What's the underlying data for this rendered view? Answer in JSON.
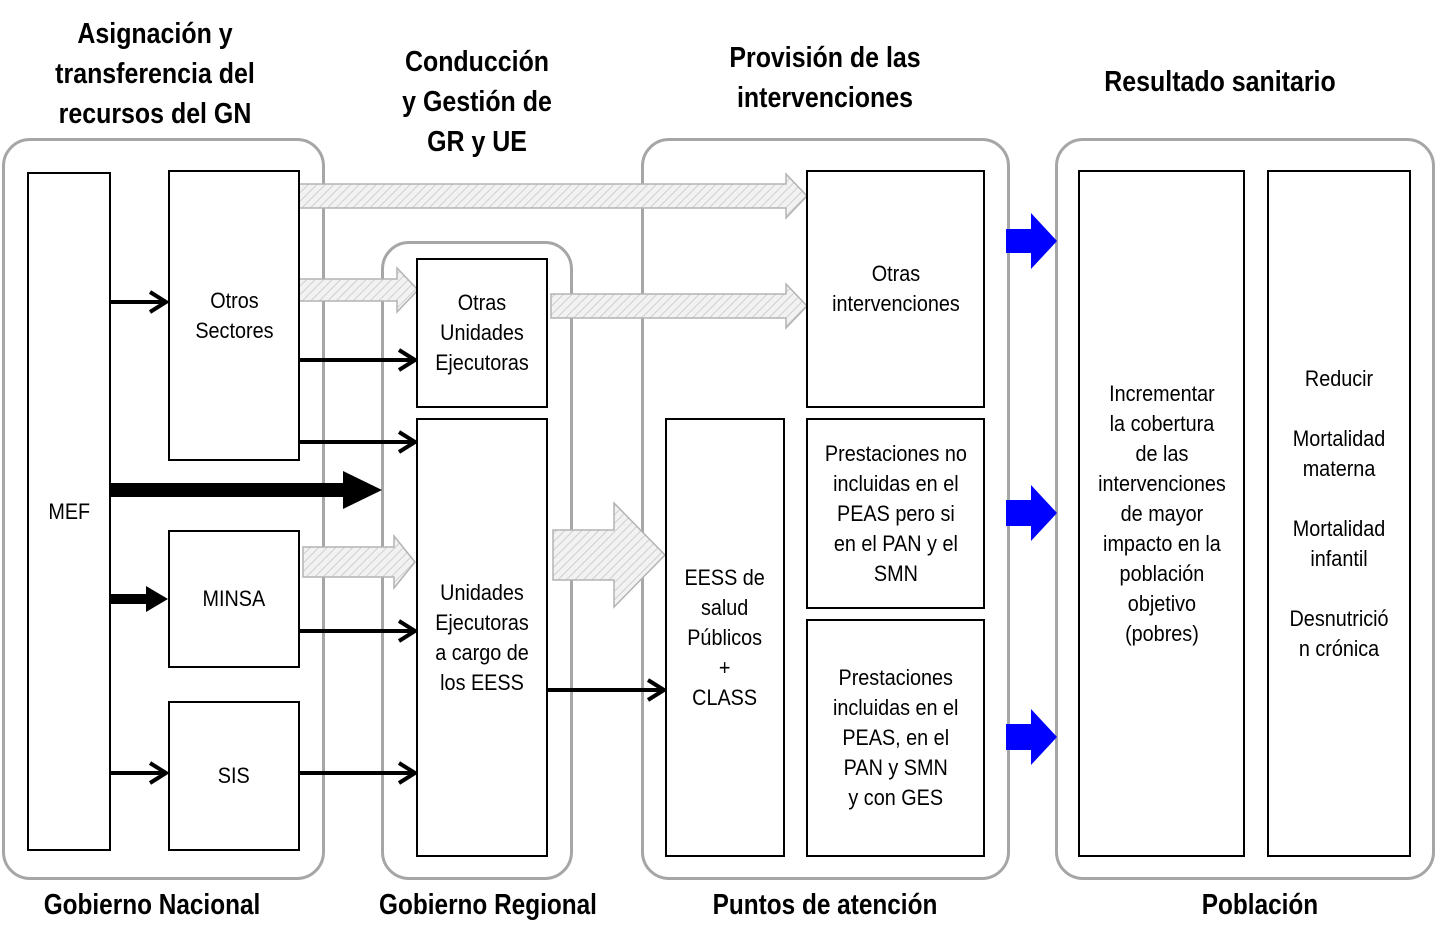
{
  "headers": {
    "asignacion": "Asignación y\ntransferencia del\nrecursos del GN",
    "conduccion": "Conducción\ny Gestión de\nGR y UE",
    "provision": "Provisión de las\nintervenciones",
    "resultado": "Resultado sanitario"
  },
  "footers": {
    "nacional": "Gobierno Nacional",
    "regional": "Gobierno Regional",
    "puntos": "Puntos de atención",
    "poblacion": "Población"
  },
  "boxes": {
    "mef": "MEF",
    "otros_sectores": "Otros\nSectores",
    "minsa": "MINSA",
    "sis": "SIS",
    "otras_ue": "Otras\nUnidades\nEjecutoras",
    "ue_eess": "Unidades\nEjecutoras\na cargo de\nlos EESS",
    "eess": "EESS de\nsalud\nPúblicos\n+\nCLASS",
    "otras_intervenciones": "Otras\nintervenciones",
    "prestaciones_no": "Prestaciones no\nincluidas en el\nPEAS pero si\nen el PAN y el\nSMN",
    "prestaciones_si": "Prestaciones\nincluidas en el\nPEAS, en el\nPAN y  SMN\ny con GES",
    "incrementar": "Incrementar\nla cobertura\nde las\nintervenciones\nde mayor\nimpacto en la\npoblación\nobjetivo\n(pobres)",
    "reducir": "Reducir\n\nMortalidad\nmaterna\n\nMortalidad\ninfantil\n\nDesnutrició\nn crónica"
  },
  "colors": {
    "group_border": "#a6a6a6",
    "box_border": "#000000",
    "hollow_arrow_fill": "#eeeeee",
    "hollow_arrow_stroke": "#b3b3b3",
    "result_arrow": "#0000ff"
  }
}
